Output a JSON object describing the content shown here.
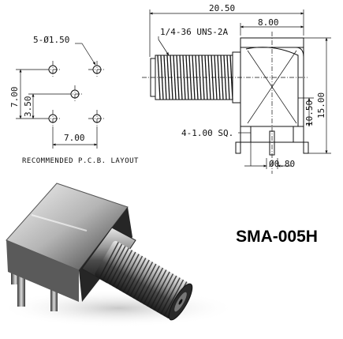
{
  "pcb_layout": {
    "hole_callout": "5-Ø1.50",
    "dim_height": "7.00",
    "dim_center": "3.50",
    "dim_width": "7.00",
    "caption": "RECOMMENDED P.C.B. LAYOUT"
  },
  "side_view": {
    "dim_overall_length": "20.50",
    "dim_body_length": "8.00",
    "thread_spec": "1/4-36 UNS-2A",
    "dim_height_total": "15.00",
    "dim_height_body": "10.50",
    "pin_size": "4-1.00 SQ.",
    "pin_diameter": "Ø0.80"
  },
  "product": {
    "part_number": "SMA-005H"
  }
}
